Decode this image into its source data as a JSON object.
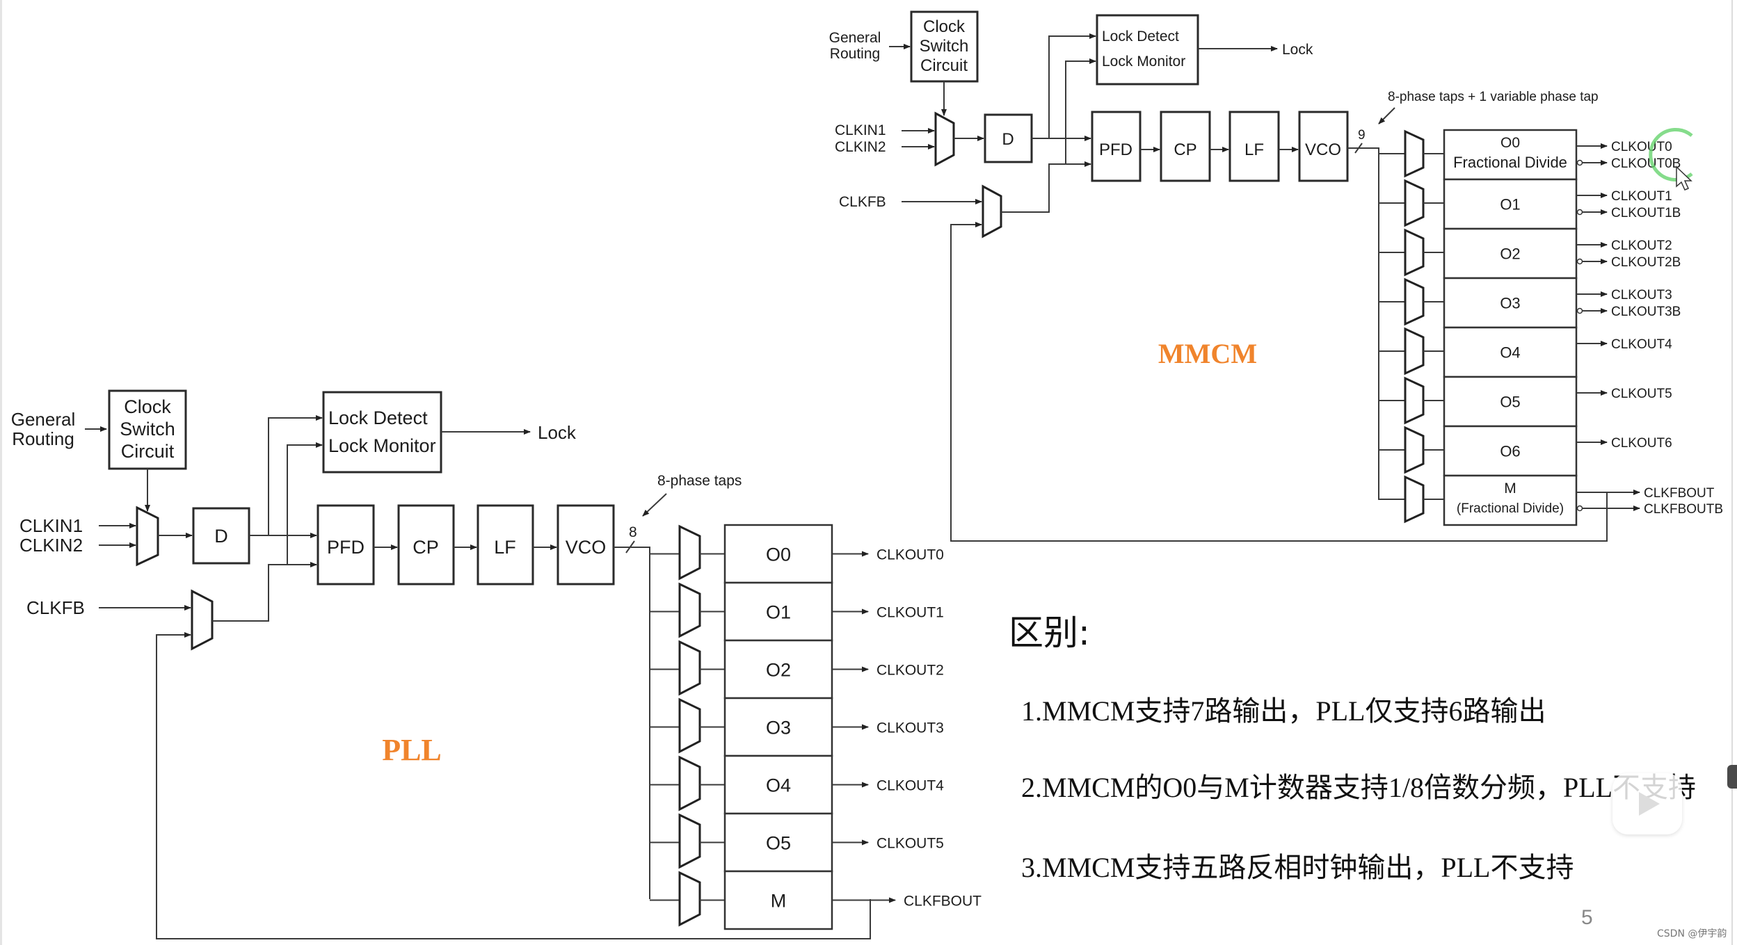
{
  "pll": {
    "title": "PLL",
    "general_routing": [
      "General",
      "Routing"
    ],
    "clock_switch": [
      "Clock",
      "Switch",
      "Circuit"
    ],
    "lock_detect": "Lock Detect",
    "lock_monitor": "Lock Monitor",
    "lock_out": "Lock",
    "clkin1": "CLKIN1",
    "clkin2": "CLKIN2",
    "clkfb": "CLKFB",
    "divider": "D",
    "pfd": "PFD",
    "cp": "CP",
    "lf": "LF",
    "vco": "VCO",
    "bus_width": "8",
    "taps_label": "8-phase taps",
    "counters": [
      "O0",
      "O1",
      "O2",
      "O3",
      "O4",
      "O5",
      "M"
    ],
    "outputs": [
      "CLKOUT0",
      "CLKOUT1",
      "CLKOUT2",
      "CLKOUT3",
      "CLKOUT4",
      "CLKOUT5",
      "CLKFBOUT"
    ]
  },
  "mmcm": {
    "title": "MMCM",
    "general_routing": [
      "General",
      "Routing"
    ],
    "clock_switch": [
      "Clock",
      "Switch",
      "Circuit"
    ],
    "lock_detect": "Lock Detect",
    "lock_monitor": "Lock Monitor",
    "lock_out": "Lock",
    "clkin1": "CLKIN1",
    "clkin2": "CLKIN2",
    "clkfb": "CLKFB",
    "divider": "D",
    "pfd": "PFD",
    "cp": "CP",
    "lf": "LF",
    "vco": "VCO",
    "bus_width": "9",
    "taps_label": "8-phase taps + 1 variable phase tap",
    "o0_sub": "Fractional Divide",
    "m_sub": "(Fractional Divide)",
    "counters": [
      "O0",
      "O1",
      "O2",
      "O3",
      "O4",
      "O5",
      "O6",
      "M"
    ],
    "outputs": [
      [
        "CLKOUT0",
        "CLKOUT0B"
      ],
      [
        "CLKOUT1",
        "CLKOUT1B"
      ],
      [
        "CLKOUT2",
        "CLKOUT2B"
      ],
      [
        "CLKOUT3",
        "CLKOUT3B"
      ],
      [
        "CLKOUT4"
      ],
      [
        "CLKOUT5"
      ],
      [
        "CLKOUT6"
      ],
      [
        "CLKFBOUT",
        "CLKFBOUTB"
      ]
    ]
  },
  "notes": {
    "heading": "区别:",
    "items": [
      "1.MMCM支持7路输出，PLL仅支持6路输出",
      "2.MMCM的O0与M计数器支持1/8倍数分频，PLL不支持",
      "3.MMCM支持五路反相时钟输出，PLL不支持"
    ]
  },
  "page_number": "5",
  "watermark": "CSDN @伊宇韵",
  "colors": {
    "label_orange": "#f0842c"
  }
}
